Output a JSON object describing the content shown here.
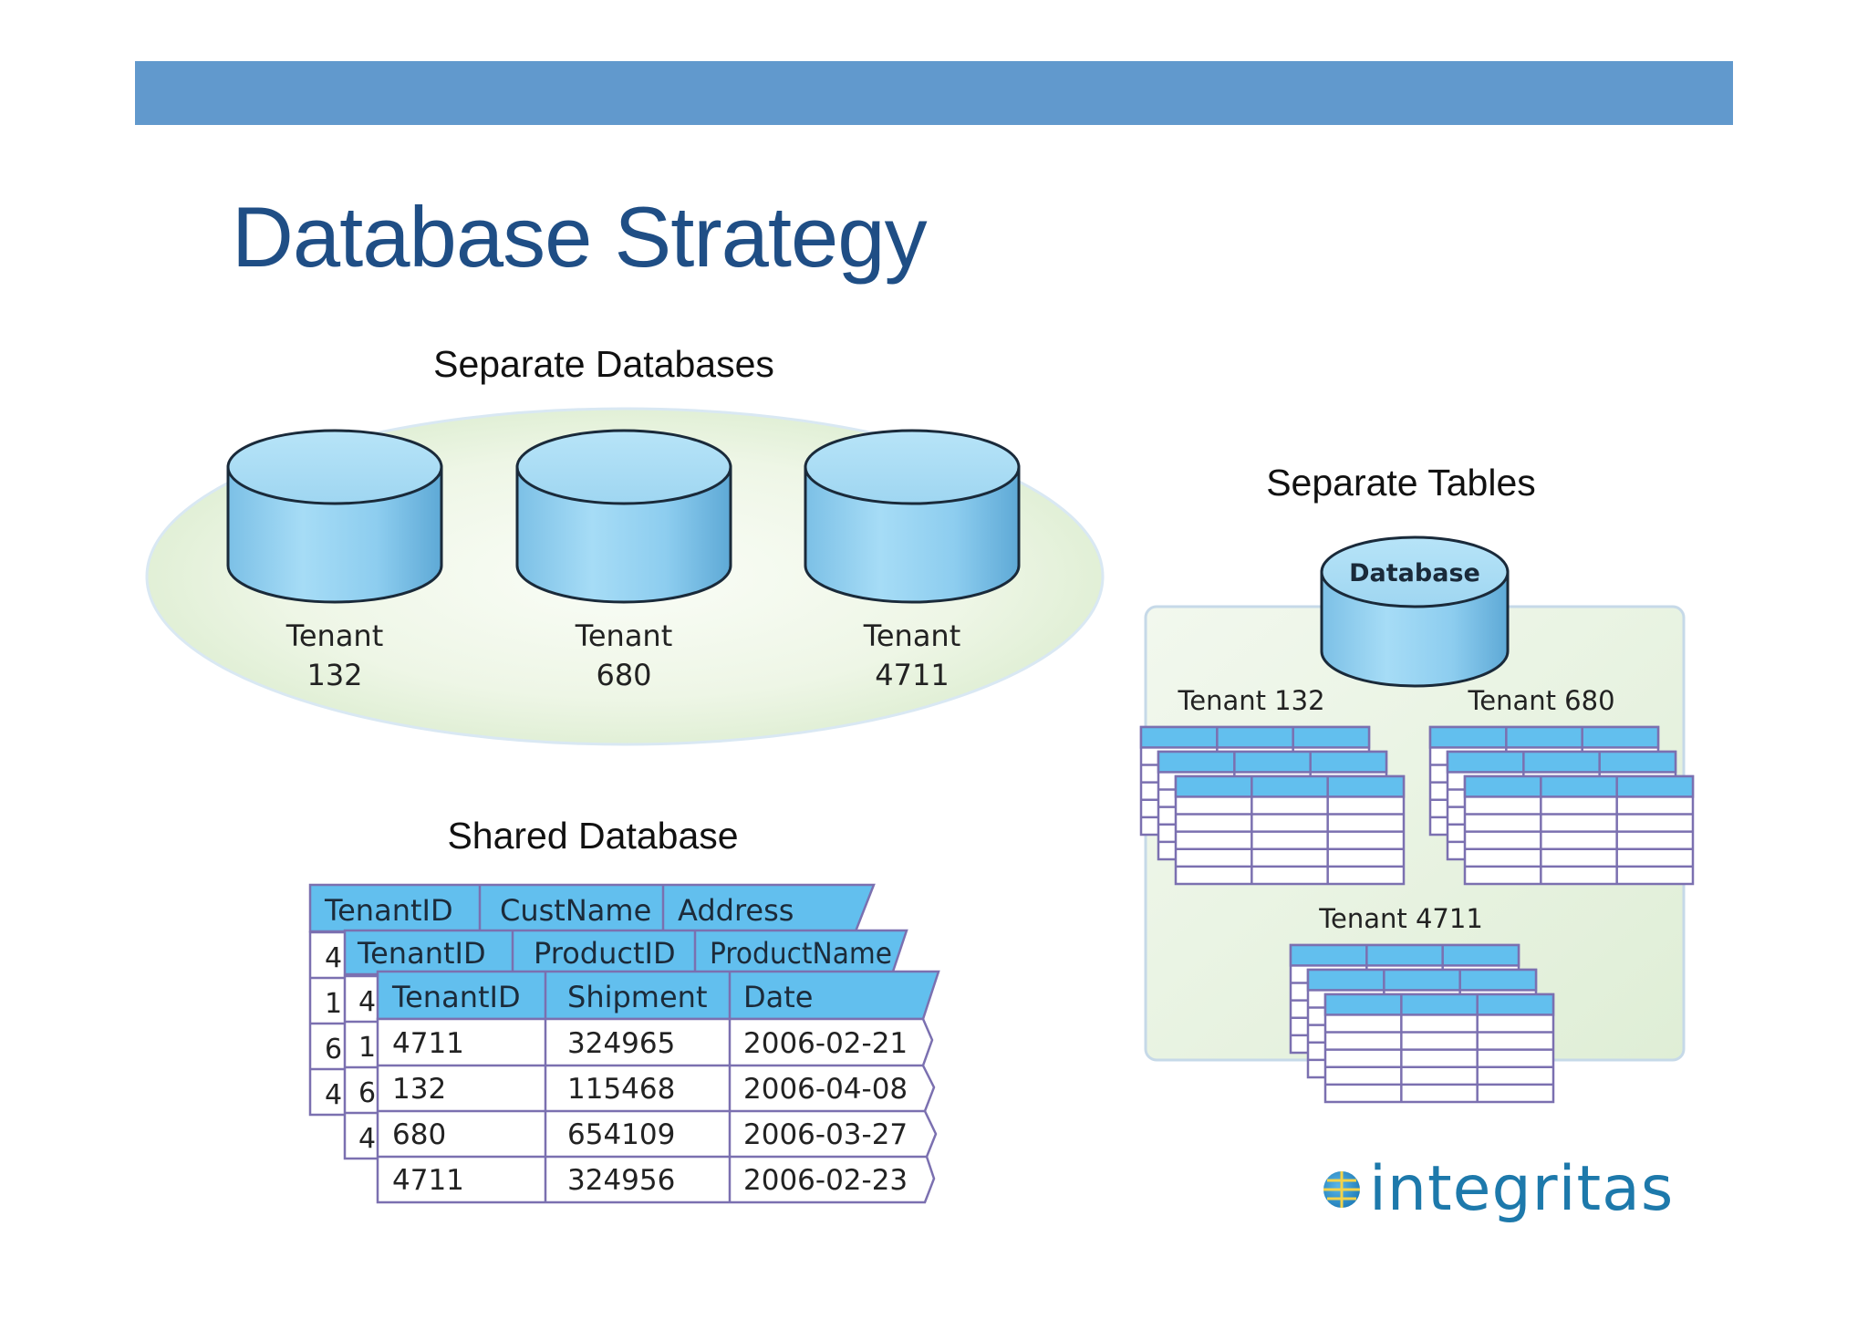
{
  "slide": {
    "title": "Database Strategy"
  },
  "separate_databases": {
    "label": "Separate Databases",
    "tenants": [
      {
        "word": "Tenant",
        "id": "132"
      },
      {
        "word": "Tenant",
        "id": "680"
      },
      {
        "word": "Tenant",
        "id": "4711"
      }
    ]
  },
  "separate_tables": {
    "label": "Separate Tables",
    "database_label": "Database",
    "groups": [
      "Tenant 132",
      "Tenant 680",
      "Tenant 4711"
    ]
  },
  "shared_database": {
    "label": "Shared Database",
    "sheets": [
      {
        "headers": [
          "TenantID",
          "CustName",
          "Address"
        ],
        "stub": [
          "4",
          "1",
          "6",
          "4"
        ]
      },
      {
        "headers": [
          "TenantID",
          "ProductID",
          "ProductName"
        ],
        "stub": [
          "4",
          "1",
          "6",
          "4"
        ]
      },
      {
        "headers": [
          "TenantID",
          "Shipment",
          "Date"
        ],
        "rows": [
          [
            "4711",
            "324965",
            "2006-02-21"
          ],
          [
            "132",
            "115468",
            "2006-04-08"
          ],
          [
            "680",
            "654109",
            "2006-03-27"
          ],
          [
            "4711",
            "324956",
            "2006-02-23"
          ]
        ]
      }
    ]
  },
  "logo": {
    "text": "integritas"
  },
  "colors": {
    "banner": "#6199cd",
    "title": "#1f4e85",
    "cylinder": "#8ccbec",
    "table_header": "#62bfee",
    "grid_line": "#7b70b0",
    "logo": "#1d79ab"
  }
}
